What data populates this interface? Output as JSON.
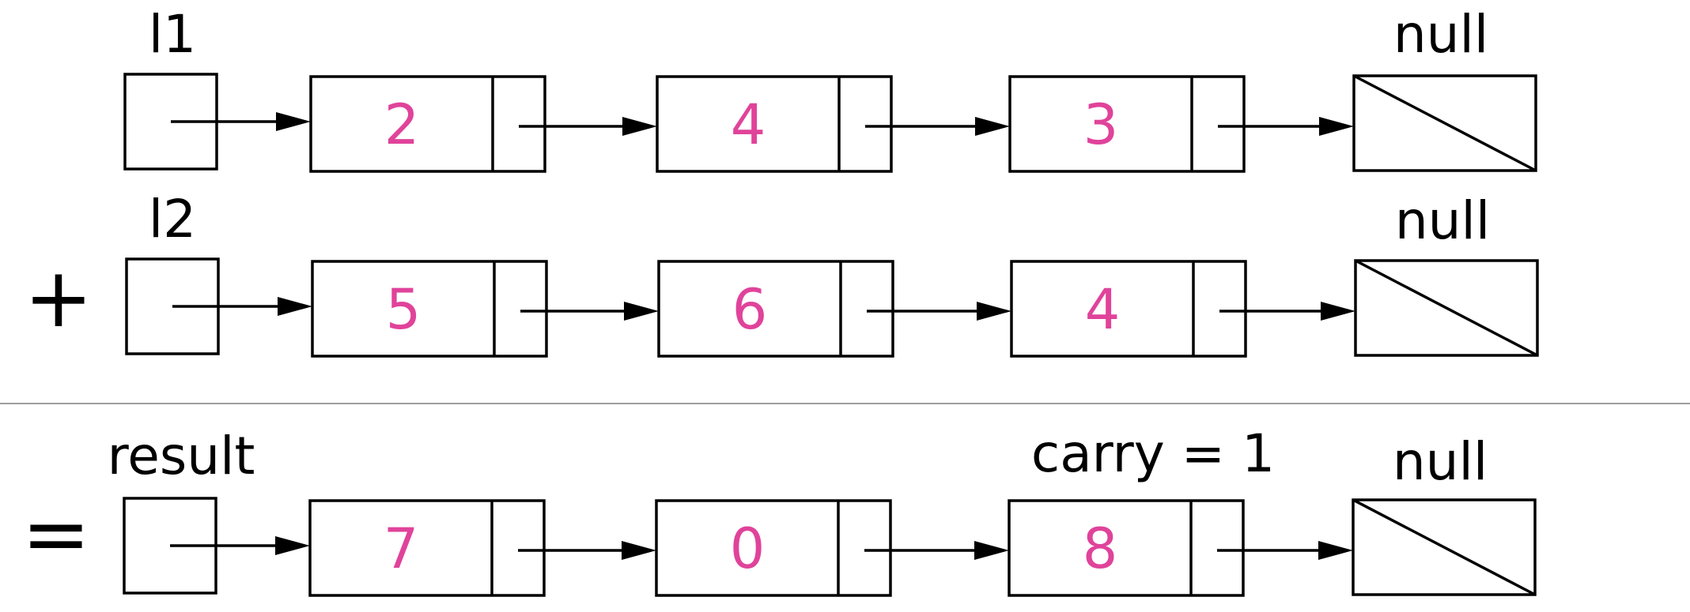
{
  "colors": {
    "value": "#e0439a",
    "stroke": "#000000",
    "separator": "#7f7f7f"
  },
  "rows": [
    {
      "operator": "",
      "label": "l1",
      "values": [
        "2",
        "4",
        "3"
      ],
      "note": "",
      "terminal": "null"
    },
    {
      "operator": "+",
      "label": "l2",
      "values": [
        "5",
        "6",
        "4"
      ],
      "note": "",
      "terminal": "null"
    },
    {
      "operator": "=",
      "label": "result",
      "values": [
        "7",
        "0",
        "8"
      ],
      "note": "carry = 1",
      "terminal": "null"
    }
  ]
}
